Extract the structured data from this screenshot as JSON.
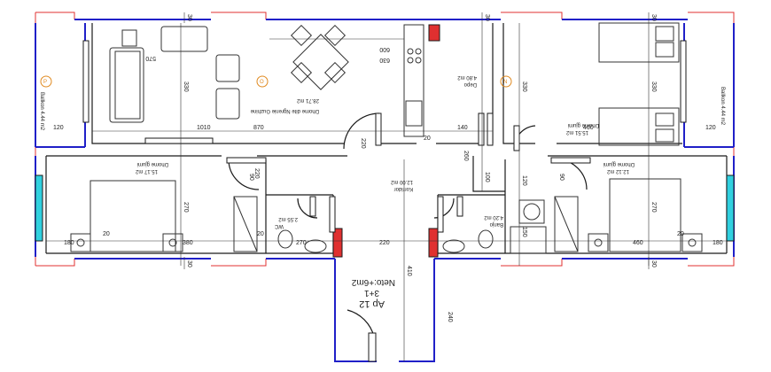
{
  "apartment": {
    "title": "Ap 12",
    "type": "3+1",
    "area": "Neto:+6m2"
  },
  "rooms": {
    "living": {
      "name": "Dhome dite Ngrenie Guzhine",
      "area": "28.71 m2"
    },
    "bedroom_left": {
      "name": "Dhome gjumi",
      "area": "15.17 m2"
    },
    "bedroom_right": {
      "name": "Dhome gjumi",
      "area": "12.12 m2"
    },
    "bedroom_top_right": {
      "name": "Dhome gjumi",
      "area": "15.51 m2"
    },
    "corridor": {
      "name": "Korridor",
      "area": "12.00 m2"
    },
    "wc": {
      "name": "WC",
      "area": "2.55 m2"
    },
    "bath": {
      "name": "Banjo",
      "area": "4.20 m2"
    },
    "depo": {
      "name": "Depo",
      "area": "4.80 m2"
    },
    "balcony_left": {
      "name": "Ballkon 4.44 m2"
    },
    "balcony_right": {
      "name": "Ballkon 4.44 m2"
    }
  },
  "dimensions": {
    "d30": "30",
    "d330": "330",
    "d570": "570",
    "d600": "600",
    "d630": "630",
    "d1010": "1010",
    "d870": "870",
    "d120": "120",
    "d140": "140",
    "d20": "20",
    "d460": "460",
    "d270": "270",
    "d180": "180",
    "d380": "380",
    "d220": "220",
    "d90": "90",
    "d100": "100",
    "d150": "150",
    "d410": "410",
    "d240": "240",
    "d260": "260"
  },
  "markers": {
    "o1": "O",
    "o2": "N",
    "o3": "P"
  }
}
